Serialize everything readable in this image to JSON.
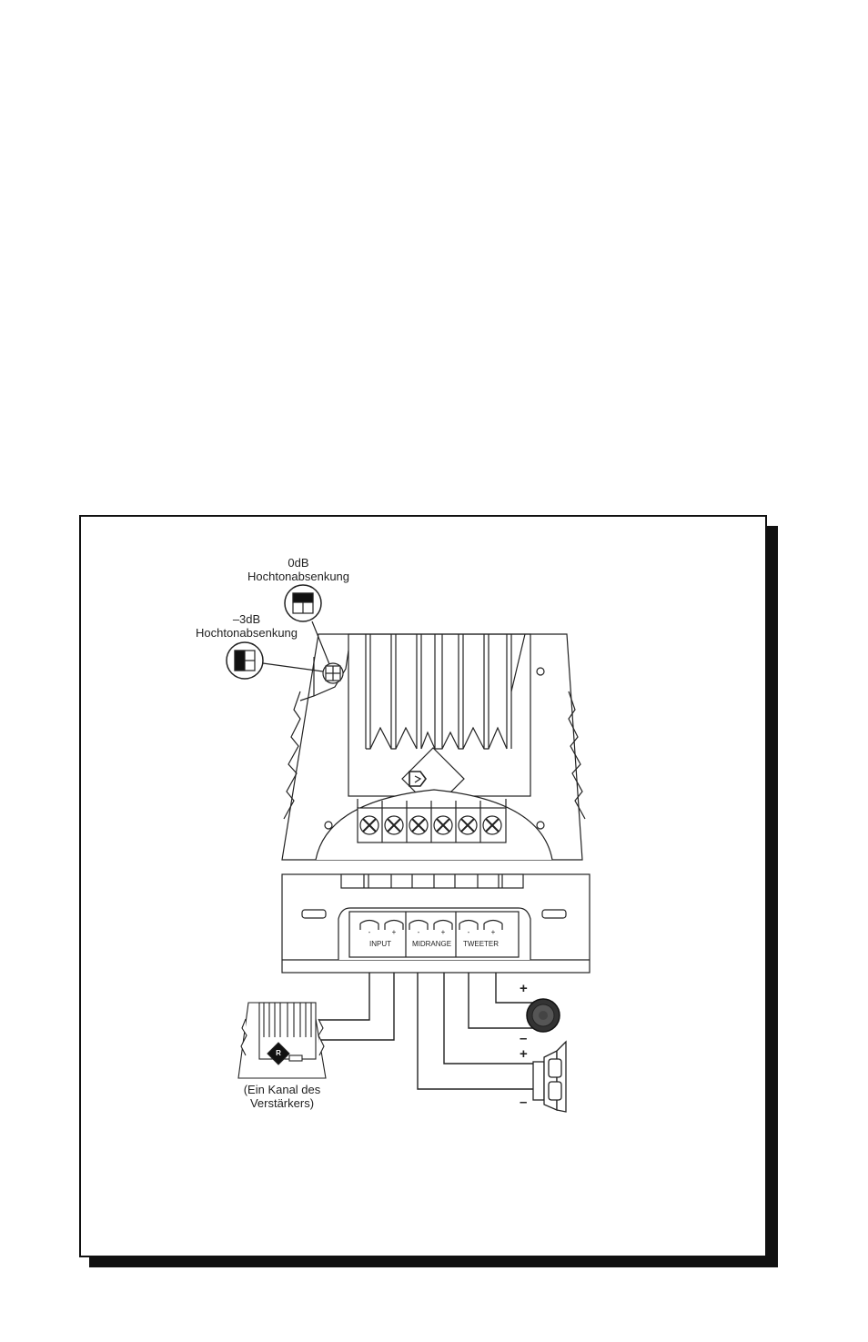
{
  "labels": {
    "switch_0db_line1": "0dB",
    "switch_0db_line2": "Hochtonabsenkung",
    "switch_3db_line1": "–3dB",
    "switch_3db_line2": "Hochtonabsenkung",
    "terminal_input": "INPUT",
    "terminal_midrange": "MIDRANGE",
    "terminal_tweeter": "TWEETER",
    "amp_caption_line1": "(Ein Kanal des",
    "amp_caption_line2": "Verstärkers)",
    "amp_badge": "R"
  },
  "polarity": {
    "minus": "-",
    "plus": "+",
    "tweeter_plus": "+",
    "tweeter_minus": "–",
    "woofer_plus": "+",
    "woofer_minus": "–"
  }
}
